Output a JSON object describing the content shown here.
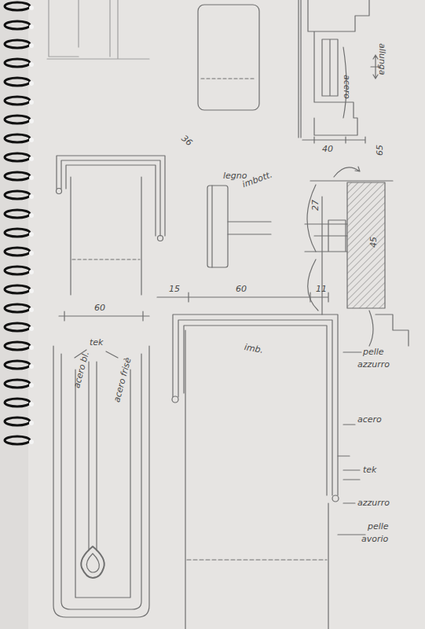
{
  "diagram": {
    "labels": [
      "acero",
      "allunga",
      "40",
      "65",
      "36",
      "legno",
      "imbott.",
      "27",
      "45",
      "15",
      "60",
      "11",
      "60",
      "tek",
      "acero bl.",
      "acero frisè",
      "imb.",
      "pelle",
      "azzurro",
      "acero",
      "tek",
      "azzurro",
      "pelle",
      "avorio"
    ]
  }
}
